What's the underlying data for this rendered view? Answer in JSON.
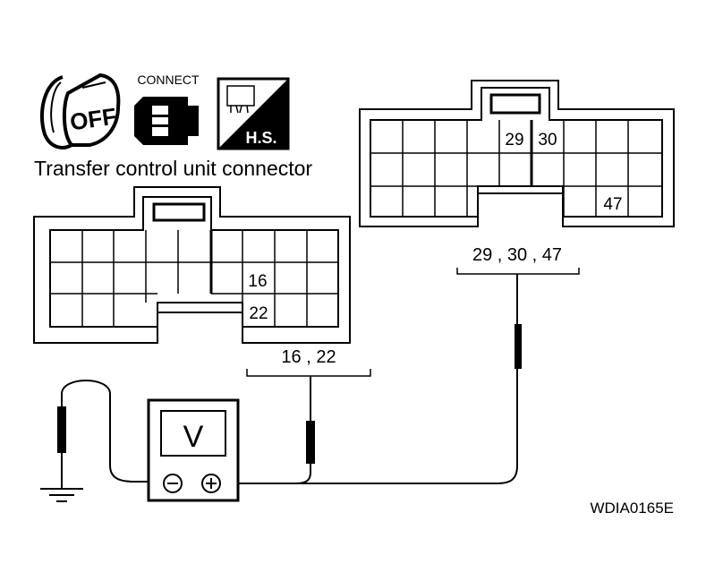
{
  "icons": {
    "ignition_label": "OFF",
    "connect_label": "CONNECT",
    "harness_side_label": "H.S."
  },
  "title": "Transfer control unit connector",
  "connector_left": {
    "pins": [
      "16",
      "22"
    ],
    "probe_label": "16 , 22"
  },
  "connector_right": {
    "pins": [
      "29",
      "30",
      "47"
    ],
    "probe_label": "29 , 30 , 47"
  },
  "meter": {
    "display": "V",
    "neg_terminal": "⊖",
    "pos_terminal": "⊕"
  },
  "figure_code": "WDIA0165E"
}
